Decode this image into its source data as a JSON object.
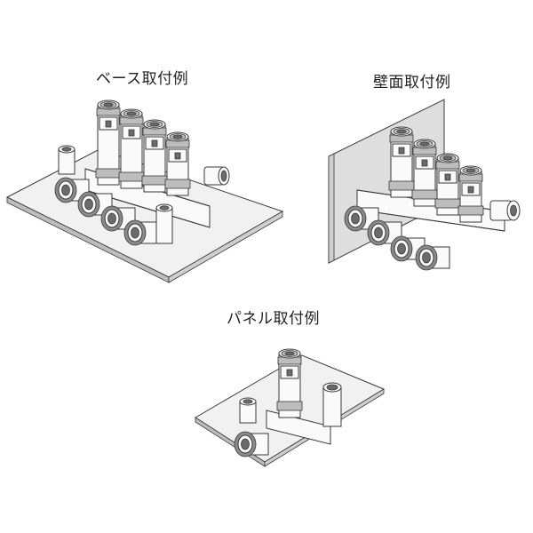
{
  "figures": [
    {
      "id": "base",
      "caption": "ベース取付例"
    },
    {
      "id": "wall",
      "caption": "壁面取付例"
    },
    {
      "id": "panel",
      "caption": "パネル取付例"
    }
  ],
  "colors": {
    "plate": "#f1f1f1",
    "wall": "#dedede",
    "outline": "#3a3a3a",
    "body": "#fafafa",
    "shade": "#bdbdbd",
    "dark": "#6b6b6b",
    "thread": "#8a8a8a"
  }
}
